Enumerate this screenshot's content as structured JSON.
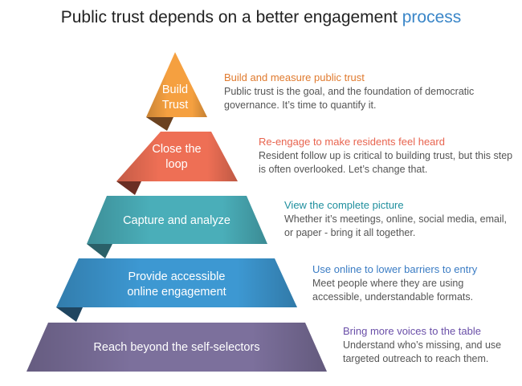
{
  "title": {
    "text": "Public trust depends on a better engagement",
    "highlight": "process"
  },
  "tiers": [
    {
      "label_lines": [
        "Build",
        "Trust"
      ],
      "heading": "Build and measure public trust",
      "description": "Public trust is the goal, and the foundation of democratic governance. It’s time to quantify it.",
      "color": "#f5a040",
      "heading_color": "#e07a2e"
    },
    {
      "label_lines": [
        "Close the",
        "loop"
      ],
      "heading": "Re-engage to make residents feel heard",
      "description": "Resident follow up is critical to building trust, but this step is often overlooked. Let’s change that.",
      "color": "#ee6f55",
      "heading_color": "#e8644f"
    },
    {
      "label_lines": [
        "Capture and analyze",
        ""
      ],
      "heading": "View the complete picture",
      "description": "Whether it’s meetings, online, social media, email, or paper - bring it all together.",
      "color": "#4aaeb9",
      "heading_color": "#1f8f9e"
    },
    {
      "label_lines": [
        "Provide accessible",
        "online engagement"
      ],
      "heading": "Use online to lower barriers to entry",
      "description": "Meet people where they are using accessible, understandable formats.",
      "color": "#3d98d2",
      "heading_color": "#3a7cc4"
    },
    {
      "label_lines": [
        "Reach beyond the self-selectors",
        ""
      ],
      "heading": "Bring more voices to the table",
      "description": "Understand who’s missing, and use targeted outreach to reach them.",
      "color": "#7c709c",
      "heading_color": "#6a4fa8"
    }
  ]
}
